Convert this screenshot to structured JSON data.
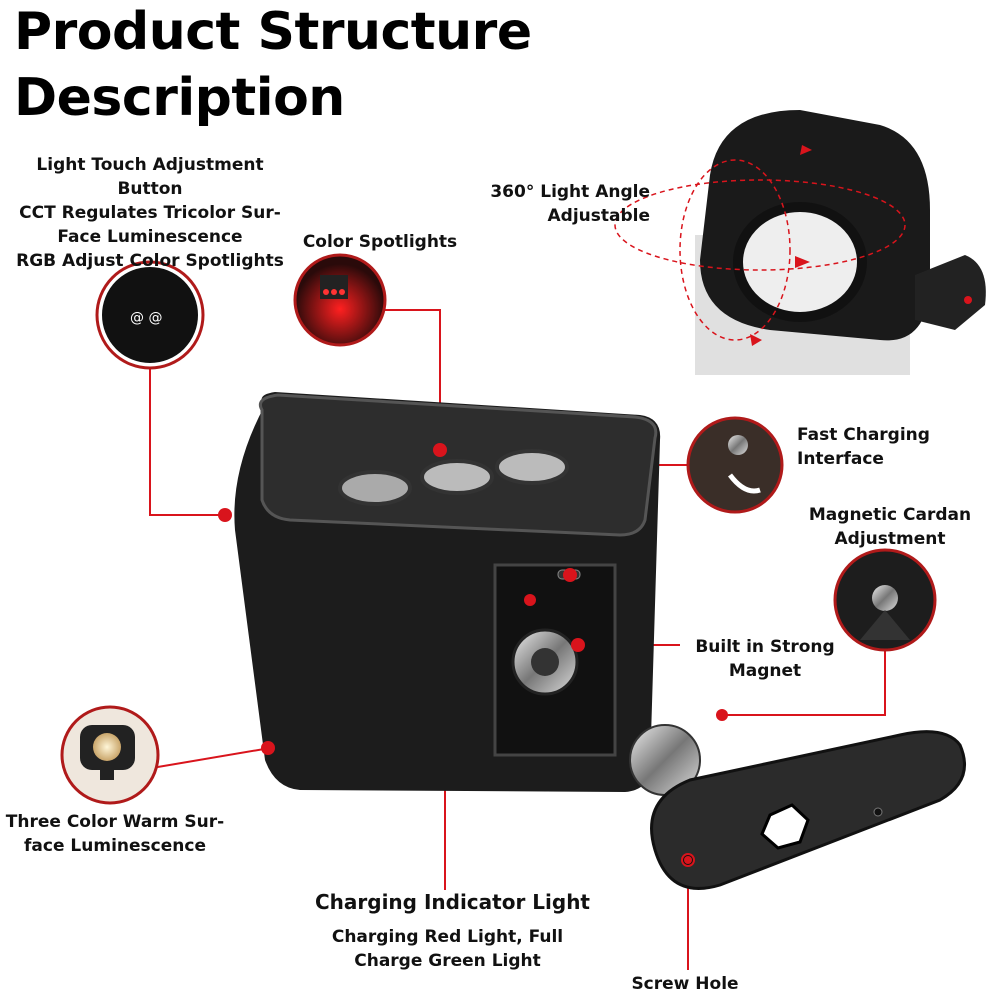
{
  "title": {
    "line1": "Product Structure",
    "line2": "Description"
  },
  "labels": {
    "touch_button": [
      "Light Touch Adjustment",
      "Button",
      "CCT Regulates Tricolor Sur-",
      "Face Luminescence",
      "RGB Adjust Color Spotlights"
    ],
    "color_spotlights": "Color Spotlights",
    "angle": [
      "360° Light Angle",
      "Adjustable"
    ],
    "fast_charging": [
      "Fast Charging",
      "Interface"
    ],
    "magnetic_cardan": [
      "Magnetic Cardan",
      "Adjustment"
    ],
    "magnet": [
      "Built in Strong",
      "Magnet"
    ],
    "warm_surface": [
      "Three Color Warm Sur-",
      "face Luminescence"
    ],
    "indicator_title": "Charging Indicator Light",
    "indicator_desc": [
      "Charging Red Light, Full",
      "Charge Green Light"
    ],
    "screw_hole": "Screw Hole"
  },
  "colors": {
    "accent": "#d9141c",
    "body": "#1c1c1c"
  }
}
